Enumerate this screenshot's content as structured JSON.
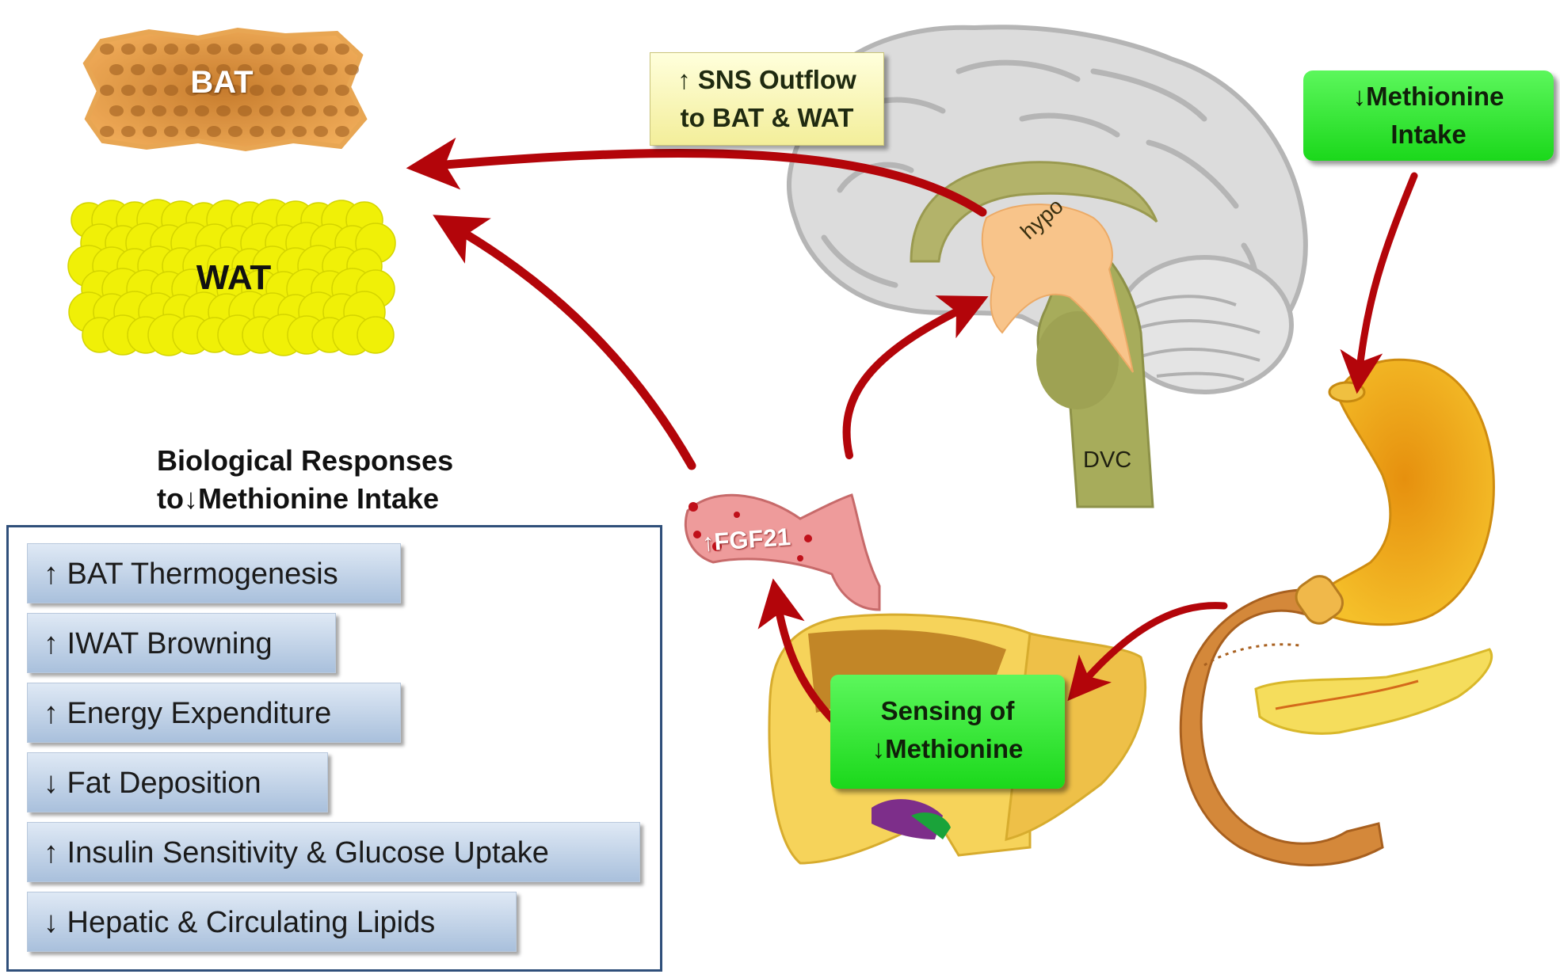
{
  "tissues": {
    "bat": "BAT",
    "wat": "WAT"
  },
  "sns_note": {
    "line1": "↑ SNS Outflow",
    "line2": "to BAT & WAT"
  },
  "methionine_intake_note": {
    "line1": "↓Methionine",
    "line2": "Intake"
  },
  "sensing_note": {
    "line1": "Sensing of",
    "line2": "↓Methionine"
  },
  "brain_labels": {
    "hypo": "hypo",
    "dvc": "DVC"
  },
  "fgf21_label": "↑FGF21",
  "responses": {
    "title_line1": "Biological Responses",
    "title_line2": "to↓Methionine Intake",
    "items": [
      "↑ BAT Thermogenesis",
      "↑ IWAT Browning",
      "↑ Energy Expenditure",
      "↓ Fat Deposition",
      "↑ Insulin Sensitivity & Glucose Uptake",
      "↓ Hepatic & Circulating Lipids"
    ]
  },
  "colors": {
    "arrow_red": "#b3050a",
    "note_yellow": "#f6f2a8",
    "note_green": "#2ee62e",
    "box_border": "#2f4f7a",
    "brain_gray": "#d9d9d9",
    "hypothalamus": "#f7c27a",
    "brainstem": "#a8ad5c",
    "fat_yellow": "#f2f20a",
    "bat_orange": "#d9892c",
    "liver": "#dca431",
    "stomach": "#f0b01c",
    "vessel": "#e98a8a"
  }
}
